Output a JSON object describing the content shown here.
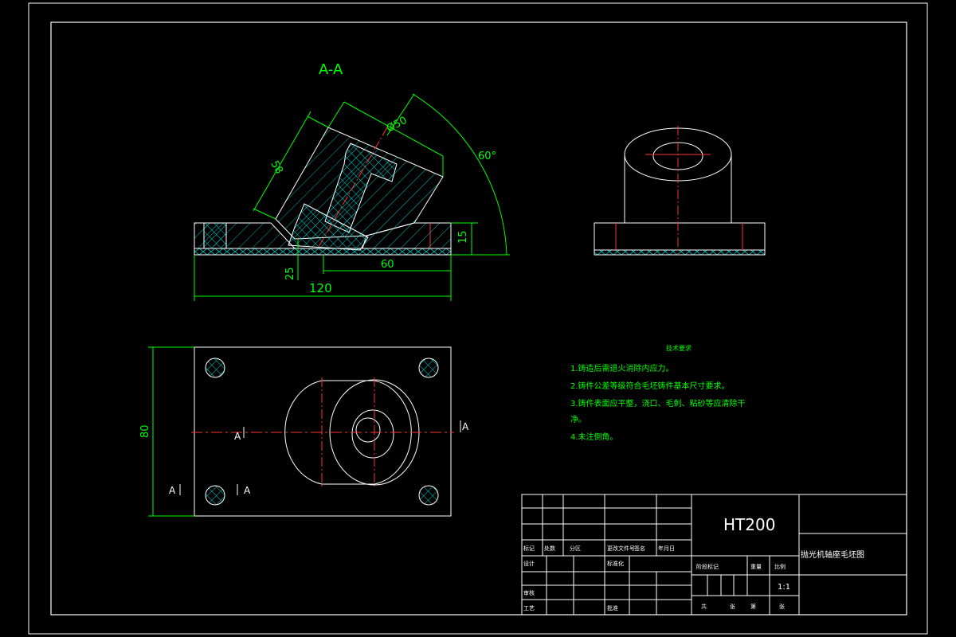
{
  "section_title": "A-A",
  "dimensions": {
    "diameter": "Ø50",
    "length_left": "58",
    "angle": "60°",
    "height": "15",
    "offset": "25",
    "half_width": "60",
    "width": "120",
    "depth": "80"
  },
  "section_markers": {
    "letter": "A"
  },
  "notes": {
    "title": "技术要求",
    "items": [
      "1.铸造后需退火消除内应力。",
      "2.铸件公差等级符合毛坯铸件基本尺寸要求。",
      "3.铸件表面应平整，浇口、毛刺、粘砂等应清除干",
      "净。",
      "4.未注倒角。"
    ]
  },
  "title_block": {
    "material": "HT200",
    "drawing_name": "抛光机轴座毛坯图",
    "scale_value": "1:1",
    "row_marks": "标记",
    "row_count": "处数",
    "row_zone": "分区",
    "row_change_doc": "更改文件号",
    "row_sign": "签名",
    "row_date": "年月日",
    "row_design": "设计",
    "row_standard": "标准化",
    "row_review": "审核",
    "row_process": "工艺",
    "row_approve": "批准",
    "stage_mark": "阶段标记",
    "weight": "重量",
    "scale_label": "比例",
    "sheet_total": "共",
    "sheet_label": "张",
    "sheet_no": "第",
    "sheet_label2": "张"
  },
  "colors": {
    "outline": "#ffffff",
    "dimension": "#00ff00",
    "center": "#ff0000",
    "hatch": "#00ffff",
    "title_text": "#00ff00"
  }
}
